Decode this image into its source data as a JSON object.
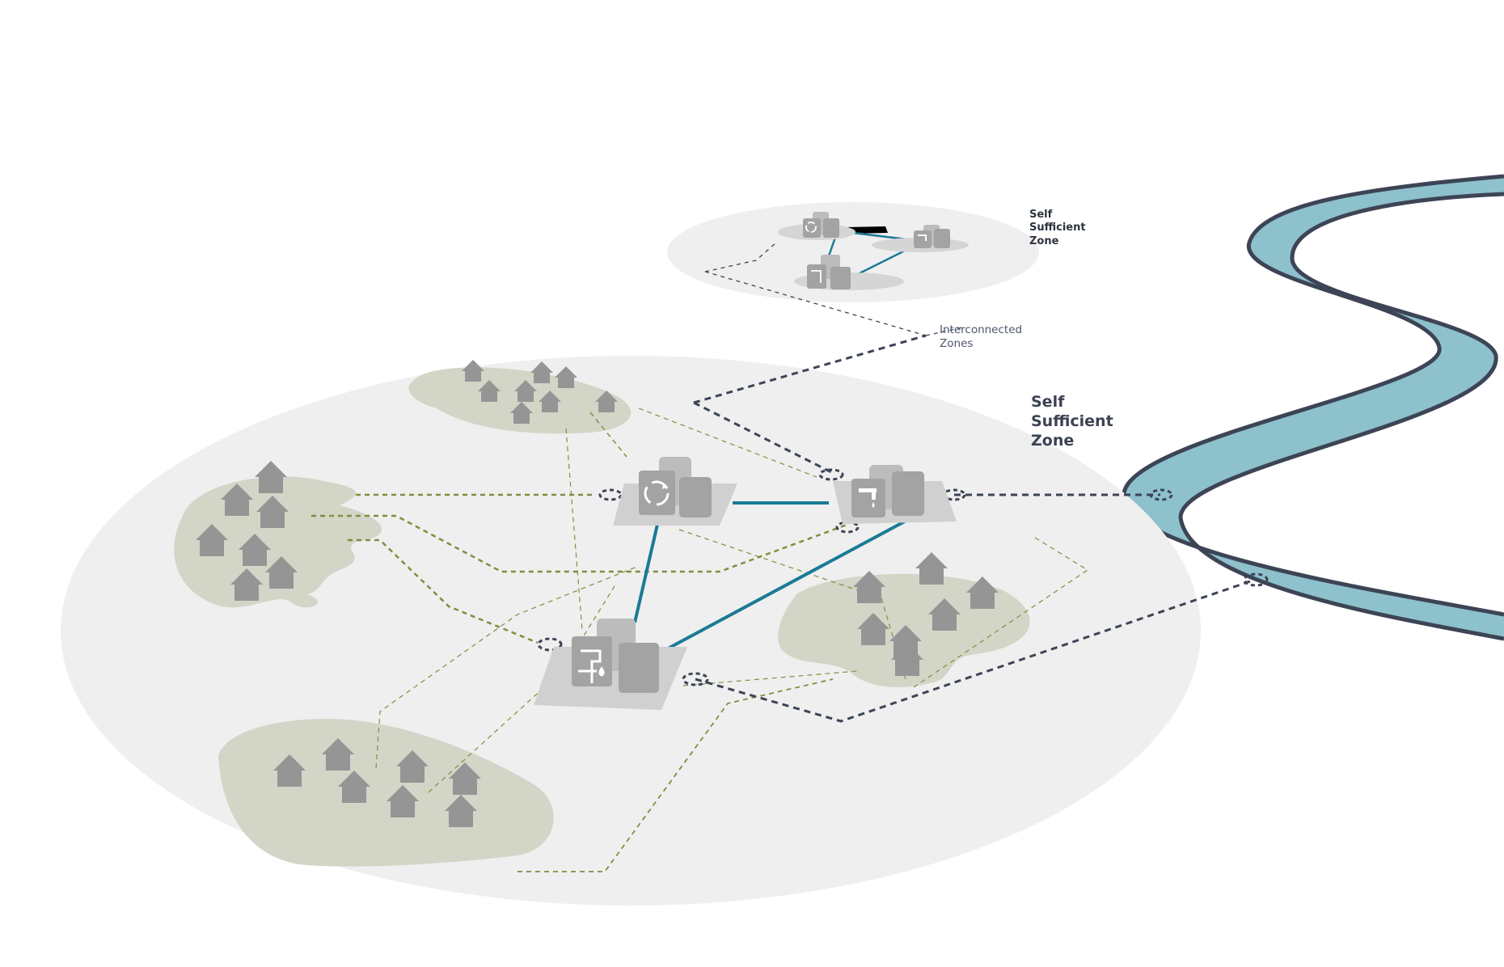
{
  "labels": {
    "small_zone": [
      "Self",
      "Sufficient",
      "Zone"
    ],
    "interconnected": [
      "Interconnected",
      "Zones"
    ],
    "main_zone": [
      "Self",
      "Sufficient",
      "Zone"
    ]
  },
  "icons": {
    "house": "house-icon",
    "recycling_plant": "recycle-icon",
    "water_supply_plant": "water-tap-icon",
    "water_treatment_plant": "pipe-valve-icon"
  },
  "colors": {
    "zone_fill": "#efefef",
    "settlement_fill": "#d3d5c7",
    "house": "#959595",
    "facility": "#a3a3a3",
    "facility_base": "#d0d0d0",
    "main_link": "#1a7b94",
    "local_link": "#7e8f3f",
    "interzone_link": "#3d4455",
    "river_fill": "#8dc1cc",
    "river_edge": "#3d4455"
  }
}
